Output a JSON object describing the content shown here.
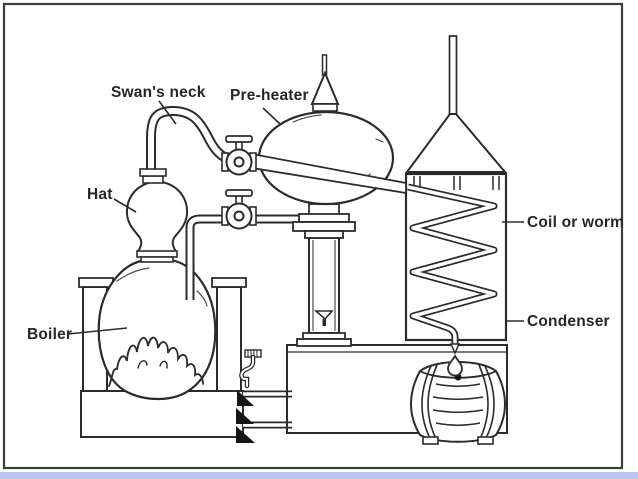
{
  "figure": {
    "description": "Black-and-white line-art diagram of a traditional alembic distillation apparatus on brick furnaces",
    "style": "hand-drawn technical illustration",
    "labeled_parts_count": 6
  },
  "colors": {
    "ink": "#2b2b2b",
    "paper": "#ffffff",
    "frame_border": "#3d3d3d",
    "bottom_strip": "#b9c6ea"
  },
  "labels": {
    "swans_neck": {
      "text": "Swan's neck",
      "points_to": "curved pipe from hat to valve"
    },
    "pre_heater": {
      "text": "Pre-heater",
      "points_to": "oval vessel on pedestal column"
    },
    "hat": {
      "text": "Hat",
      "points_to": "onion-shaped dome on boiler"
    },
    "boiler": {
      "text": "Boiler",
      "points_to": "round pot set in brick furnace over fire"
    },
    "coil_or_worm": {
      "text": "Coil or worm",
      "points_to": "zigzag pipe inside condenser tank"
    },
    "condenser": {
      "text": "Condenser",
      "points_to": "rectangular cooling tank"
    }
  },
  "components": [
    "furnace-brickwork",
    "boiler-pot",
    "fire-flames",
    "hat-vessel",
    "swans-neck-pipe",
    "shutoff-valve-upper",
    "shutoff-valve-lower",
    "pre-heater-vessel",
    "finial-spire",
    "pedestal-column",
    "column-spigot",
    "water-tap",
    "transfer-pipes",
    "condenser-funnel",
    "condenser-tank",
    "cooling-coil",
    "outlet-spout",
    "distillate-drop",
    "collection-barrel",
    "brick-stand"
  ]
}
